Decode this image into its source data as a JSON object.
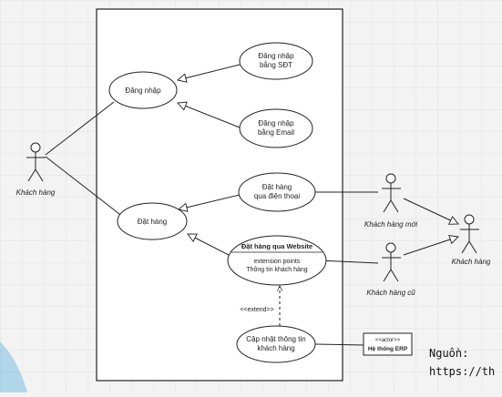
{
  "actors": {
    "main": "Khách hàng",
    "new": "Khách hàng mới",
    "old": "Khách hàng cũ",
    "general": "Khách hàng"
  },
  "usecases": {
    "login": "Đăng nhập",
    "login_phone": [
      "Đăng nhập",
      "bằng SĐT"
    ],
    "login_email": [
      "Đăng nhập",
      "bằng Email"
    ],
    "order": "Đặt hàng",
    "order_phone": [
      "Đặt hàng",
      "qua điện thoại"
    ],
    "order_web": {
      "title": "Đặt hàng qua Website",
      "ext_label": "extension points",
      "ext_point": "Thông tin khách hàng"
    },
    "update_info": [
      "Cập nhật thông tin",
      "khách hàng"
    ]
  },
  "extend_label": "<<extend>>",
  "erp": {
    "stereotype": "<<actor>>",
    "name": "Hệ thống ERP"
  },
  "source": {
    "label": "Nguồn:",
    "url_fragment": "https://th"
  },
  "colors": {
    "line": "#222222",
    "fill": "#ffffff",
    "grid": "#e2e2e2",
    "accent": "#3aa0d8"
  }
}
